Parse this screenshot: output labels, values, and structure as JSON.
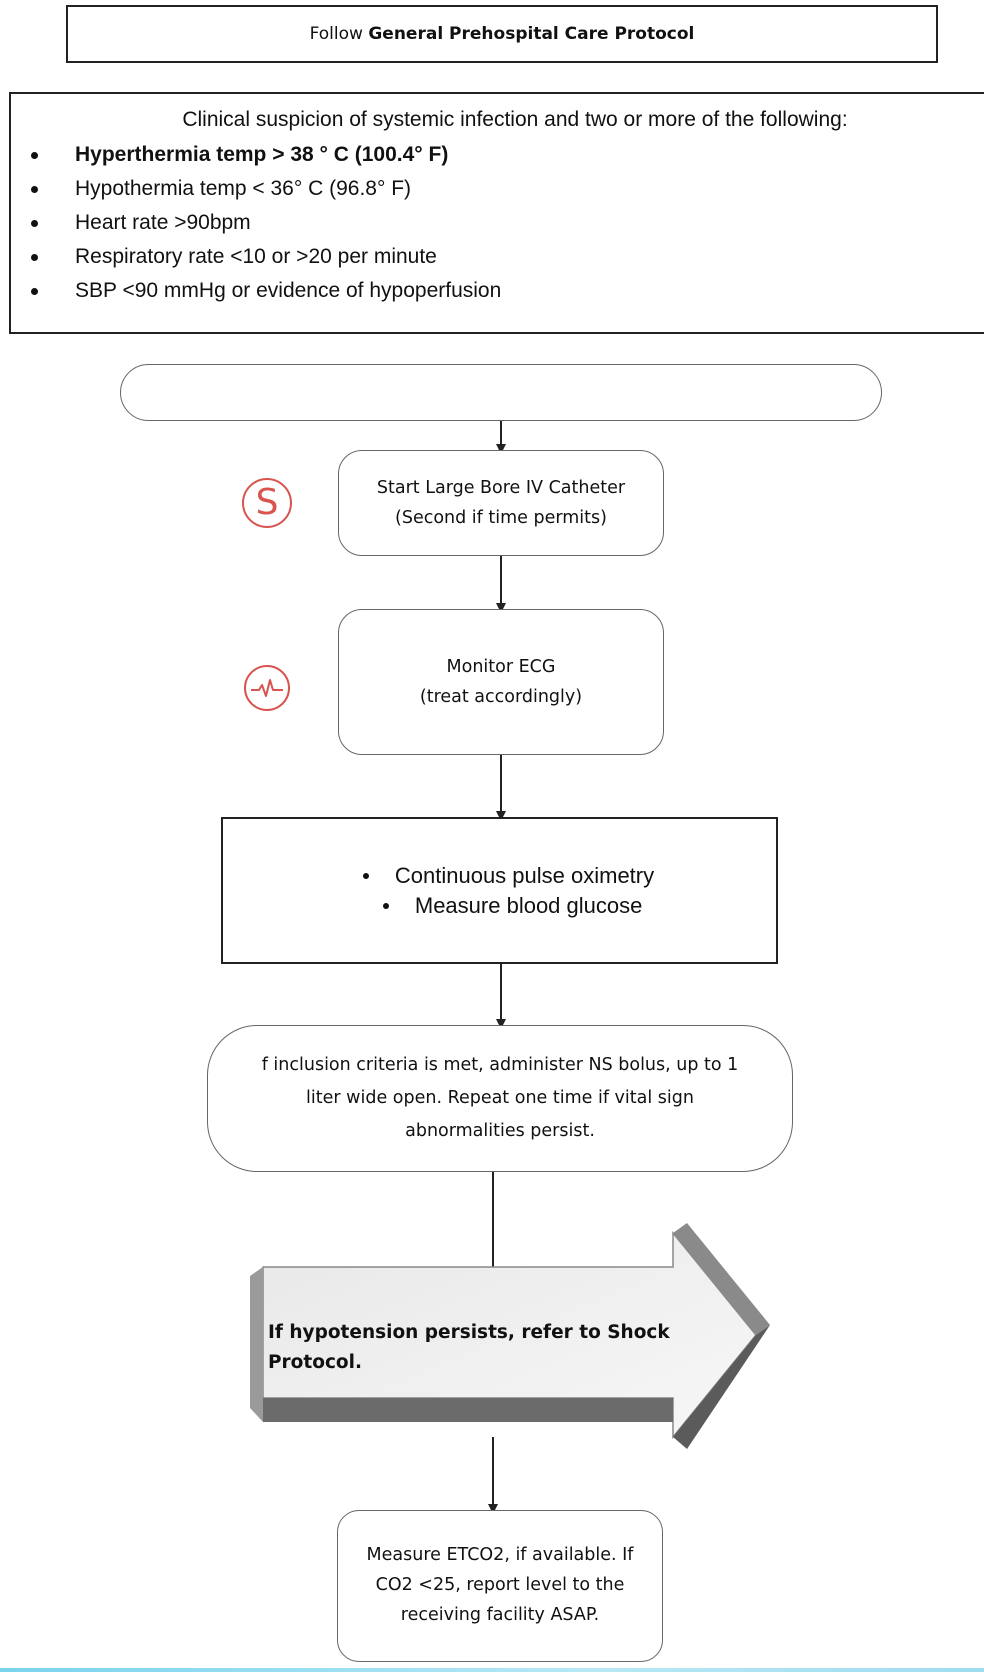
{
  "header": {
    "prefix": "Follow",
    "title": "General Prehospital Care Protocol"
  },
  "criteria": {
    "intro": "Clinical suspicion of systemic infection and two or more of the following:",
    "items": [
      "Hyperthermia temp > 38 ° C (100.4° F)",
      "Hypothermia temp < 36° C (96.8° F)",
      "Heart rate >90bpm",
      "Respiratory rate <10 or >20 per minute",
      "SBP <90 mmHg or evidence of hypoperfusion"
    ]
  },
  "flow": {
    "iv": {
      "line1": "Start Large Bore IV Catheter",
      "line2": "(Second if time permits)"
    },
    "ecg": {
      "line1": "Monitor ECG",
      "line2": "(treat accordingly)"
    },
    "monitor": [
      "Continuous pulse oximetry",
      "Measure blood glucose"
    ],
    "ns": {
      "line1": "f inclusion criteria is met, administer NS bolus, up to 1",
      "line2": "liter wide open. Repeat one time if vital sign",
      "line3": "abnormalities persist."
    },
    "shock": {
      "line1": "If hypotension persists, refer to Shock",
      "line2": "Protocol."
    },
    "etco2": {
      "line1": "Measure ETCO2, if available. If",
      "line2": "CO2 <25, report level to the",
      "line3": "receiving facility ASAP."
    }
  },
  "icons": {
    "s_icon_letter": "S",
    "s_icon": "s-icon",
    "ecg_icon": "heartbeat-icon",
    "accent": "#d9534f"
  }
}
